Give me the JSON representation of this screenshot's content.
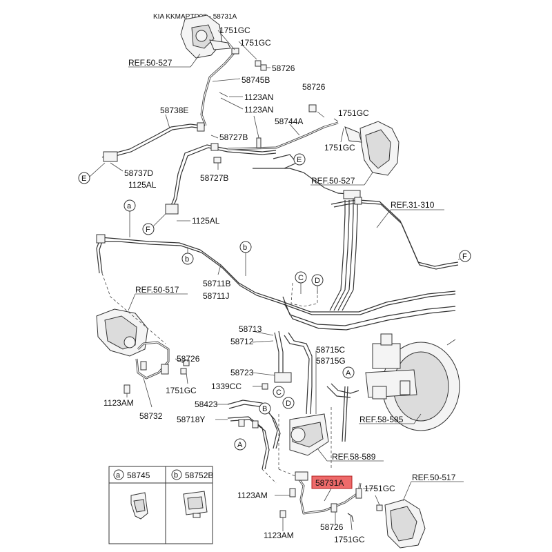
{
  "header": {
    "title": "KIA KKMAPTD08 - 58731A"
  },
  "highlight": {
    "label": "58731A",
    "fill": "#ee6a6a"
  },
  "refs": {
    "r1": "REF.50-527",
    "r2": "REF.50-527",
    "r3": "REF.31-310",
    "r4": "REF.50-517",
    "r5": "REF.58-585",
    "r6": "REF.58-589",
    "r7": "REF.50-517"
  },
  "labels": {
    "l1751gc_a": "1751GC",
    "l1751gc_b": "1751GC",
    "l58726_a": "58726",
    "l58745b": "58745B",
    "l1123an_a": "1123AN",
    "l1123an_b": "1123AN",
    "l58726_b": "58726",
    "l58738e": "58738E",
    "l1751gc_c": "1751GC",
    "l58744a": "58744A",
    "l1751gc_d": "1751GC",
    "l58727b_a": "58727B",
    "l58737d": "58737D",
    "l1125al_a": "1125AL",
    "l58727b_b": "58727B",
    "l1125al_b": "1125AL",
    "l58711b": "58711B",
    "l58711j": "58711J",
    "l58713": "58713",
    "l58712": "58712",
    "l58715c": "58715C",
    "l58715g": "58715G",
    "l58726_c": "58726",
    "l58723": "58723",
    "l1339cc": "1339CC",
    "l1751gc_e": "1751GC",
    "l1123am_a": "1123AM",
    "l58423": "58423",
    "l58732": "58732",
    "l58718y": "58718Y",
    "l1751gc_f": "1751GC",
    "l1123am_b": "1123AM",
    "l58726_d": "58726",
    "l1123am_c": "1123AM",
    "l1751gc_g": "1751GC"
  },
  "callouts": {
    "a": "a",
    "b": "b",
    "c": "C",
    "d": "D",
    "e": "E",
    "f": "F",
    "a2": "A",
    "b2": "B"
  },
  "legend": {
    "items": [
      {
        "key": "a",
        "part": "58745"
      },
      {
        "key": "b",
        "part": "58752B"
      }
    ]
  }
}
